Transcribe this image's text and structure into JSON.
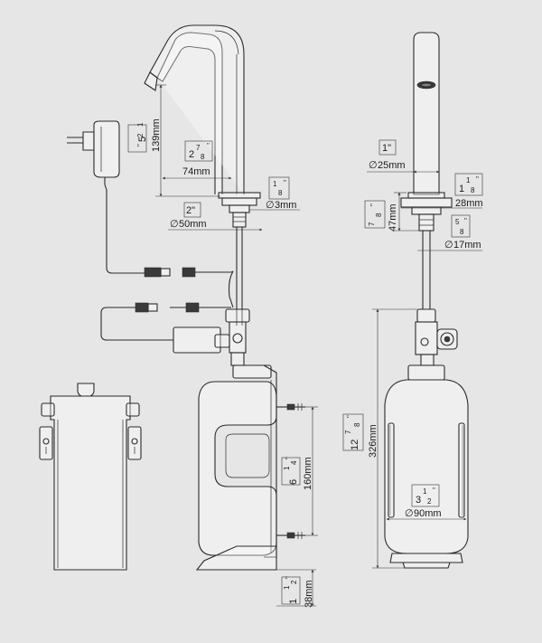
{
  "colors": {
    "background": "#e6e6e6",
    "line": "#2b2b2b"
  },
  "icons": {
    "diameter": "diameter-symbol"
  },
  "dims": {
    "spout_height": {
      "mm": "139mm",
      "whole": "5",
      "num": "1",
      "den": "2",
      "q": "\""
    },
    "spout_reach": {
      "mm": "74mm",
      "whole": "2",
      "num": "7",
      "den": "8",
      "q": "\""
    },
    "thread_dia": {
      "mm": "3mm",
      "num": "1",
      "den": "8",
      "q": "\""
    },
    "base_dia": {
      "mm": "50mm",
      "inch": "2\""
    },
    "body_dia": {
      "mm": "25mm",
      "inch": "1\""
    },
    "flange_dia": {
      "mm": "28mm",
      "whole": "1",
      "num": "1",
      "den": "8",
      "q": "\""
    },
    "base_height": {
      "mm": "47mm",
      "num": "7",
      "den": "8",
      "q": "\""
    },
    "shank_dia": {
      "mm": "17mm",
      "num": "5",
      "den": "8",
      "q": "\""
    },
    "tank_height": {
      "mm": "326mm",
      "whole": "12",
      "num": "7",
      "den": "8",
      "q": "\""
    },
    "bracket_spacing": {
      "mm": "160mm",
      "whole": "6",
      "num": "1",
      "den": "4",
      "q": "\""
    },
    "tank_width": {
      "mm": "90mm",
      "whole": "3",
      "num": "1",
      "den": "2",
      "q": "\""
    },
    "foot_height": {
      "mm": "38mm",
      "whole": "1",
      "num": "1",
      "den": "2",
      "q": "\""
    }
  }
}
